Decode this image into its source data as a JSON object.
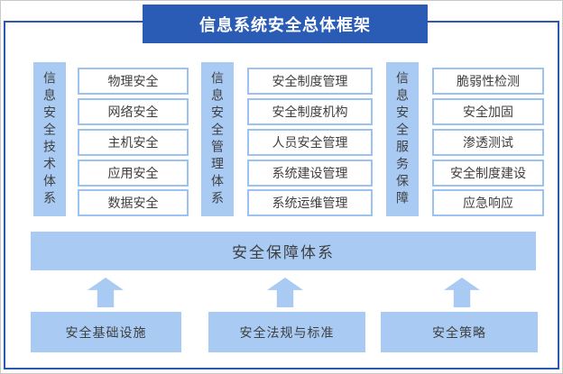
{
  "title": "信息系统安全总体框架",
  "columns": [
    {
      "bar": "信息安全技术体系",
      "items": [
        "物理安全",
        "网络安全",
        "主机安全",
        "应用安全",
        "数据安全"
      ]
    },
    {
      "bar": "信息安全管理体系",
      "items": [
        "安全制度管理",
        "安全制度机构",
        "人员安全管理",
        "系统建设管理",
        "系统运维管理"
      ]
    },
    {
      "bar": "信息安全服务保障",
      "items": [
        "脆弱性检测",
        "安全加固",
        "渗透测试",
        "安全制度建设",
        "应急响应"
      ]
    }
  ],
  "assurance_bar": "安全保障体系",
  "foundations": [
    "安全基础设施",
    "安全法规与标准",
    "安全策略"
  ],
  "colors": {
    "primary_blue": "#2b5cb5",
    "light_blue": "#a9cbf3",
    "box_border": "#9cc3ef",
    "frame_border": "#2b57ad",
    "text_color": "#3f3f3f"
  }
}
